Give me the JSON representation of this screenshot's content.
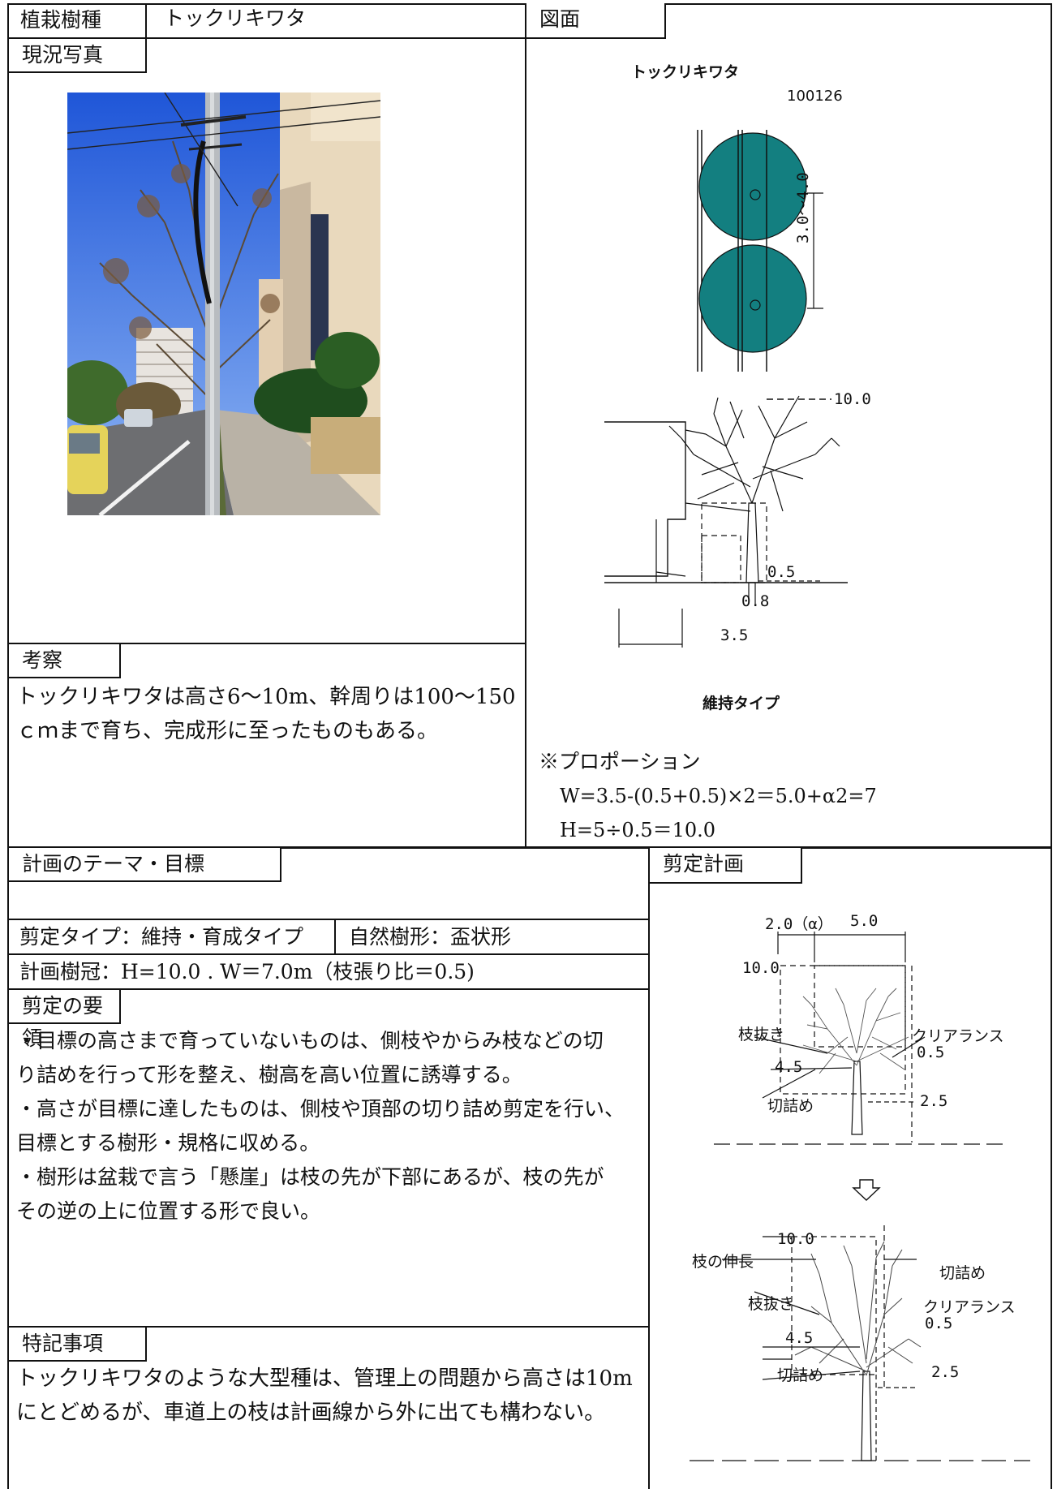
{
  "header": {
    "species_label": "植栽樹種",
    "species_value": "トックリキワタ",
    "drawing_label": "図面"
  },
  "photo_section": {
    "label": "現況写真"
  },
  "observation": {
    "label": "考察",
    "lines": [
      "トックリキワタは高さ6～10m、幹周りは100～150",
      "ｃｍまで育ち、完成形に至ったものもある。"
    ]
  },
  "drawing": {
    "title": "トックリキワタ",
    "code": "100126",
    "dim_spacing": "3.0～4.0",
    "dim_height": "10.0",
    "dim_clear": "0.5",
    "dim_trunk": "0.8",
    "dim_width": "3.5",
    "type_label": "維持タイプ",
    "proportion_title": "※プロポーション",
    "proportion_w": "W=3.5-(0.5+0.5)×2＝5.0+α2=7",
    "proportion_h": "H=5÷0.5＝10.0"
  },
  "plan": {
    "theme_label": "計画のテーマ・目標",
    "pruning_type": "剪定タイプ：維持・育成タイプ",
    "natural_form": "自然樹形：盃状形",
    "crown": "計画樹冠：H=10.0 . W＝7.0m（枝張り比＝0.5)",
    "method_label": "剪定の要領",
    "method_lines": [
      "・目標の高さまで育っていないものは、側枝やからみ枝などの切",
      "り詰めを行って形を整え、樹高を高い位置に誘導する。",
      "・高さが目標に達したものは、側枝や頂部の切り詰め剪定を行い、",
      "目標とする樹形・規格に収める。",
      "・樹形は盆栽で言う「懸崖」は枝の先が下部にあるが、枝の先が",
      "その逆の上に位置する形で良い。"
    ],
    "notes_label": "特記事項",
    "notes_lines": [
      "トックリキワタのような大型種は、管理上の問題から高さは10m",
      "にとどめるが、車道上の枝は計画線から外に出ても構わない。"
    ]
  },
  "pruning_plan": {
    "label": "剪定計画",
    "top_dims": {
      "alpha": "2.0（α）",
      "width": "5.0"
    },
    "before": {
      "height": "10.0",
      "thinning": "枝抜き",
      "clearance": "クリアランス",
      "clear_val": "0.5",
      "mid": "4.5",
      "cut": "切詰め",
      "low": "2.5"
    },
    "after": {
      "height": "10.0",
      "extension": "枝の伸長",
      "cut_top": "切詰め",
      "thinning": "枝抜き",
      "clearance": "クリアランス",
      "clear_val": "0.5",
      "mid": "4.5",
      "cut": "切詰め",
      "low": "2.5"
    }
  },
  "colors": {
    "crown_fill": "#137f80",
    "sky": "#2f6fe8",
    "line": "#111111"
  }
}
